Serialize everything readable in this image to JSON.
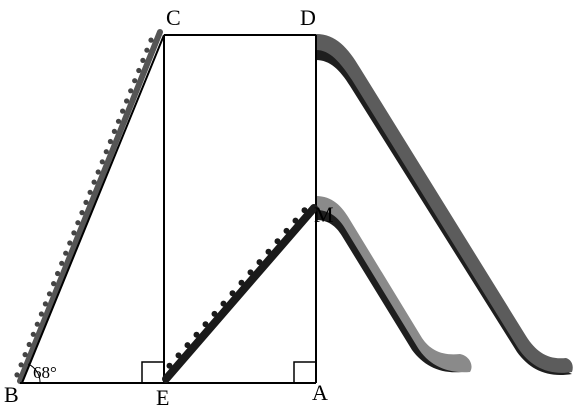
{
  "figure": {
    "points": {
      "A": "A",
      "B": "B",
      "C": "C",
      "D": "D",
      "E": "E",
      "M": "M"
    },
    "angle_B": "68°",
    "colors": {
      "line": "#000000",
      "ladder_rail": "#555555",
      "ladder_rung": "#444444",
      "slide_dark_top": "#5c5c5c",
      "slide_dark_side": "#1e1e1e",
      "slide_light_top": "#8a8a8a",
      "slide_light_side": "#1e1e1e",
      "stairs_small": "#1a1a1a"
    }
  }
}
